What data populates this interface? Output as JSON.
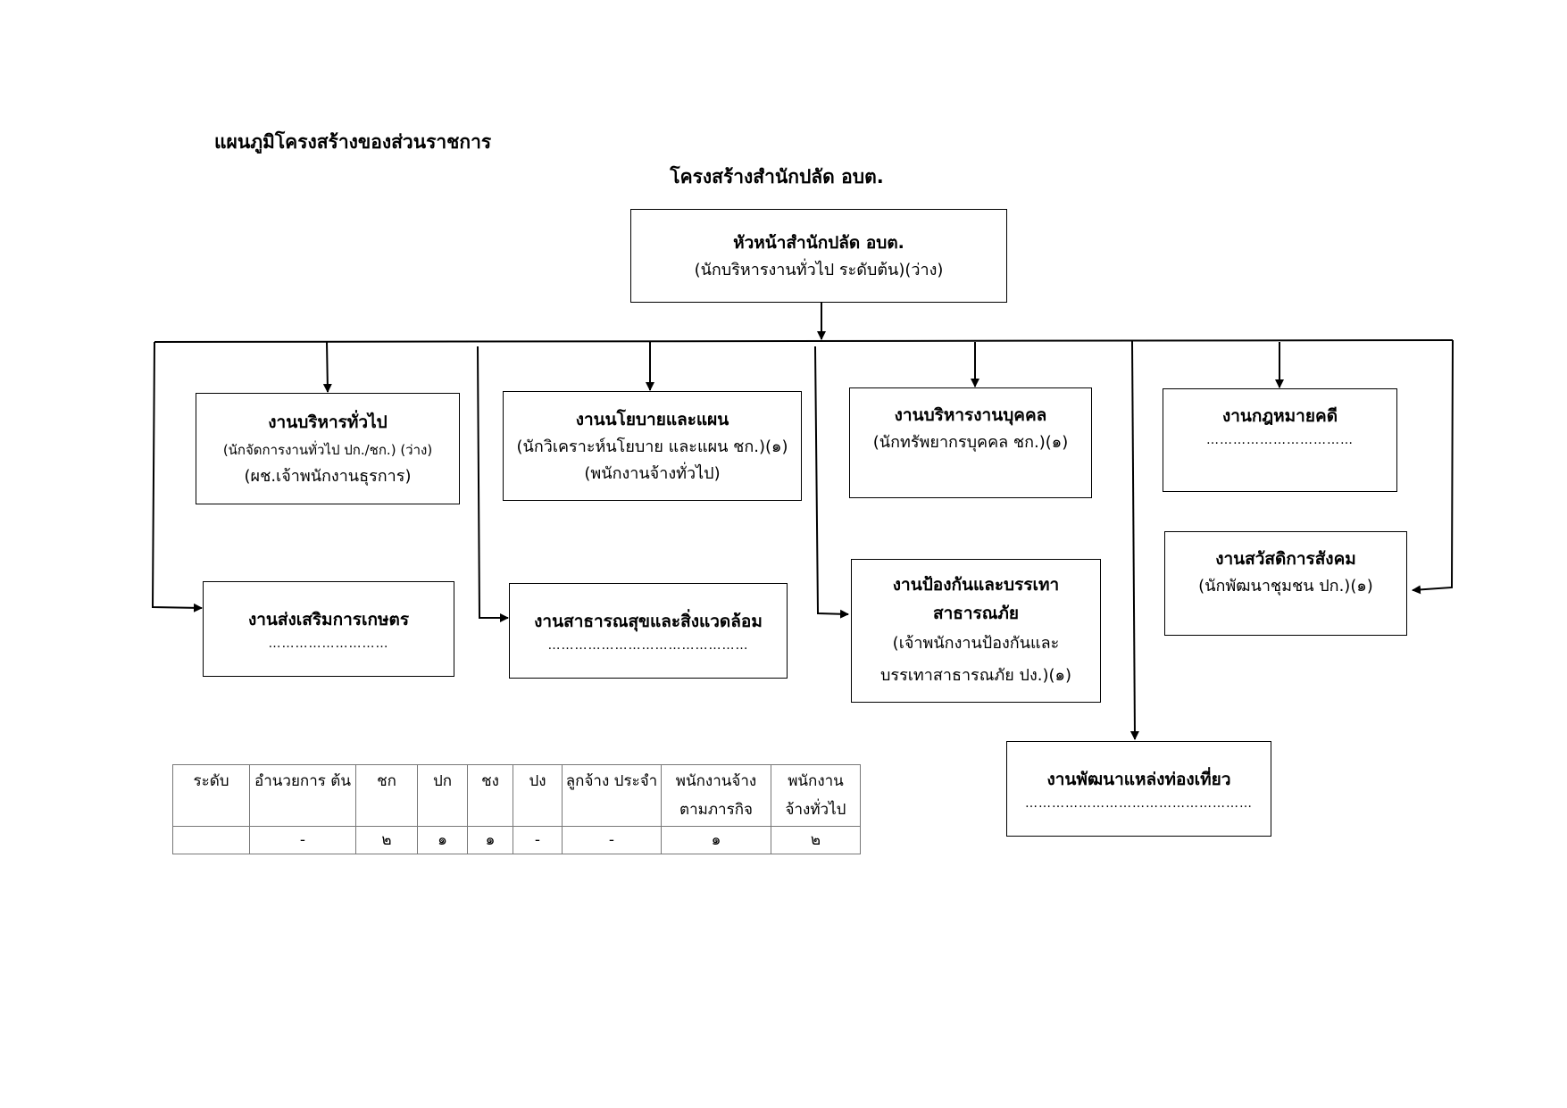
{
  "page_title": "แผนภูมิโครงสร้างของส่วนราชการ",
  "chart_title": "โครงสร้างสำนักปลัด อบต.",
  "head": {
    "title": "หัวหน้าสำนักปลัด อบต.",
    "subtitle": "(นักบริหารงานทั่วไป ระดับต้น)(ว่าง)"
  },
  "units": [
    {
      "id": "general-admin",
      "title": "งานบริหารทั่วไป",
      "lines": [
        "(นักจัดการงานทั่วไป ปก./ชก.) (ว่าง)",
        "(ผช.เจ้าพนักงานธุรการ)"
      ]
    },
    {
      "id": "policy-plan",
      "title": "งานนโยบายและแผน",
      "lines": [
        "(นักวิเคราะห์นโยบาย และแผน ชก.)(๑)",
        "(พนักงานจ้างทั่วไป)"
      ]
    },
    {
      "id": "personnel",
      "title": "งานบริหารงานบุคคล",
      "lines": [
        "(นักทรัพยากรบุคคล ชก.)(๑)"
      ]
    },
    {
      "id": "legal",
      "title": "งานกฎหมายคดี",
      "lines": [
        "……………………………"
      ]
    },
    {
      "id": "agriculture",
      "title": "งานส่งเสริมการเกษตร",
      "lines": [
        "………………………"
      ]
    },
    {
      "id": "public-health",
      "title": "งานสาธารณสุขและสิ่งแวดล้อม",
      "lines": [
        "………………………………………"
      ]
    },
    {
      "id": "disaster",
      "title": "งานป้องกันและบรรเทา สาธารณภัย",
      "lines": [
        "(เจ้าพนักงานป้องกันและ",
        "บรรเทาสาธารณภัย ปง.)(๑)"
      ]
    },
    {
      "id": "social-welfare",
      "title": "งานสวัสดิการสังคม",
      "lines": [
        "(นักพัฒนาชุมชน ปก.)(๑)"
      ]
    },
    {
      "id": "tourism",
      "title": "งานพัฒนาแหล่งท่องเที่ยว",
      "lines": [
        "……………………………………………"
      ]
    }
  ],
  "staff_table": {
    "headers": [
      "ระดับ",
      "อำนวยการ ต้น",
      "ชก",
      "ปก",
      "ชง",
      "ปง",
      "ลูกจ้าง ประจำ",
      "พนักงานจ้าง ตามภารกิจ",
      "พนักงาน จ้างทั่วไป"
    ],
    "values": [
      "",
      "-",
      "๒",
      "๑",
      "๑",
      "-",
      "-",
      "๑",
      "๒"
    ]
  }
}
